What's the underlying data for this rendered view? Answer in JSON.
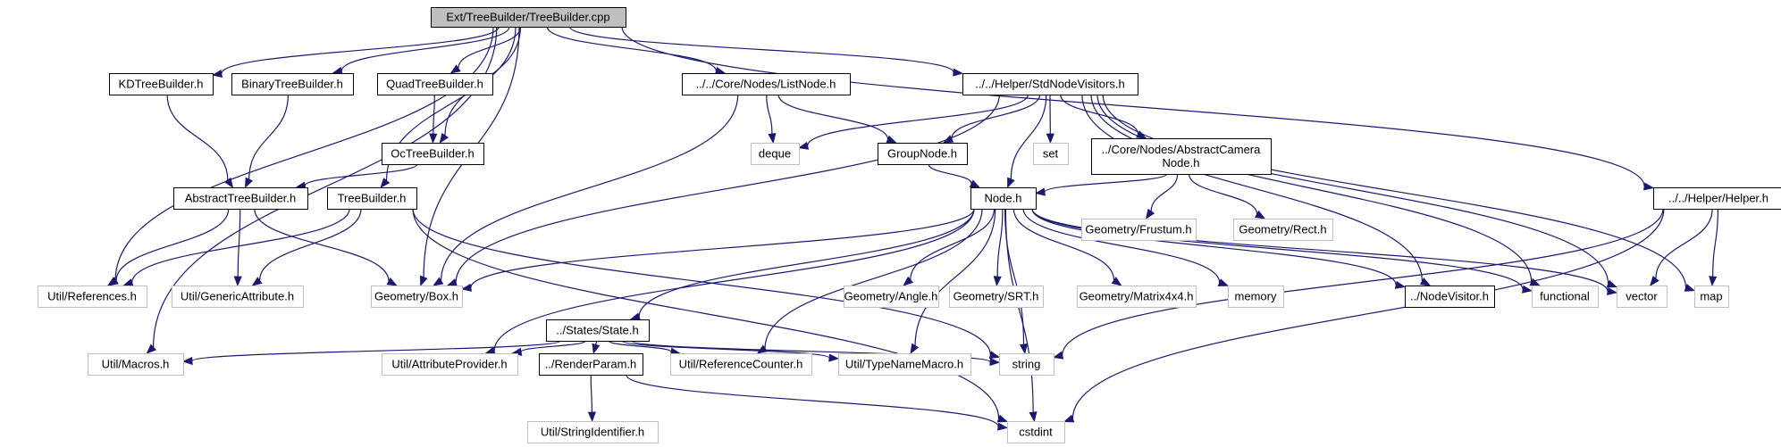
{
  "graph": {
    "root": "Ext/TreeBuilder/TreeBuilder.cpp",
    "colors": {
      "edge": "#191970",
      "node_border": "#000000",
      "leaf_border": "#bfbfbf",
      "root_fill": "#bfbfbf",
      "background": "#ffffff"
    },
    "nodes": [
      {
        "id": "root",
        "label": "Ext/TreeBuilder/TreeBuilder.cpp",
        "style": "root"
      },
      {
        "id": "kdtree",
        "label": "KDTreeBuilder.h",
        "style": "boxed"
      },
      {
        "id": "binarytree",
        "label": "BinaryTreeBuilder.h",
        "style": "boxed"
      },
      {
        "id": "quadtree",
        "label": "QuadTreeBuilder.h",
        "style": "boxed"
      },
      {
        "id": "listnode",
        "label": "../../Core/Nodes/ListNode.h",
        "style": "boxed"
      },
      {
        "id": "stdnodevisitors",
        "label": "../../Helper/StdNodeVisitors.h",
        "style": "boxed"
      },
      {
        "id": "octree",
        "label": "OcTreeBuilder.h",
        "style": "boxed"
      },
      {
        "id": "deque",
        "label": "deque",
        "style": "leaf"
      },
      {
        "id": "groupnode",
        "label": "GroupNode.h",
        "style": "boxed"
      },
      {
        "id": "set",
        "label": "set",
        "style": "leaf"
      },
      {
        "id": "abstractcamera",
        "label": [
          "../Core/Nodes/AbstractCamera",
          "Node.h"
        ],
        "style": "boxed"
      },
      {
        "id": "abstracttree",
        "label": "AbstractTreeBuilder.h",
        "style": "boxed"
      },
      {
        "id": "treebuilderh",
        "label": "TreeBuilder.h",
        "style": "boxed"
      },
      {
        "id": "nodeh",
        "label": "Node.h",
        "style": "boxed"
      },
      {
        "id": "frustum",
        "label": "Geometry/Frustum.h",
        "style": "leaf"
      },
      {
        "id": "rect",
        "label": "Geometry/Rect.h",
        "style": "leaf"
      },
      {
        "id": "helperh",
        "label": "../../Helper/Helper.h",
        "style": "boxed"
      },
      {
        "id": "references",
        "label": "Util/References.h",
        "style": "leaf"
      },
      {
        "id": "genericattr",
        "label": "Util/GenericAttribute.h",
        "style": "leaf"
      },
      {
        "id": "box",
        "label": "Geometry/Box.h",
        "style": "leaf"
      },
      {
        "id": "angle",
        "label": "Geometry/Angle.h",
        "style": "leaf"
      },
      {
        "id": "srt",
        "label": "Geometry/SRT.h",
        "style": "leaf"
      },
      {
        "id": "matrix",
        "label": "Geometry/Matrix4x4.h",
        "style": "leaf"
      },
      {
        "id": "memory",
        "label": "memory",
        "style": "leaf"
      },
      {
        "id": "nodevisitor",
        "label": "../NodeVisitor.h",
        "style": "boxed"
      },
      {
        "id": "functional",
        "label": "functional",
        "style": "leaf"
      },
      {
        "id": "vector",
        "label": "vector",
        "style": "leaf"
      },
      {
        "id": "map",
        "label": "map",
        "style": "leaf"
      },
      {
        "id": "state",
        "label": "../States/State.h",
        "style": "boxed"
      },
      {
        "id": "macros",
        "label": "Util/Macros.h",
        "style": "leaf"
      },
      {
        "id": "attrprovider",
        "label": "Util/AttributeProvider.h",
        "style": "leaf"
      },
      {
        "id": "renderparam",
        "label": "../RenderParam.h",
        "style": "boxed"
      },
      {
        "id": "refcounter",
        "label": "Util/ReferenceCounter.h",
        "style": "leaf"
      },
      {
        "id": "typenamemacro",
        "label": "Util/TypeNameMacro.h",
        "style": "leaf"
      },
      {
        "id": "string",
        "label": "string",
        "style": "leaf"
      },
      {
        "id": "stringid",
        "label": "Util/StringIdentifier.h",
        "style": "leaf"
      },
      {
        "id": "cstdint",
        "label": "cstdint",
        "style": "leaf"
      }
    ],
    "edges": [
      [
        "root",
        "kdtree"
      ],
      [
        "root",
        "binarytree"
      ],
      [
        "root",
        "quadtree"
      ],
      [
        "root",
        "listnode"
      ],
      [
        "root",
        "stdnodevisitors"
      ],
      [
        "root",
        "helperh"
      ],
      [
        "root",
        "octree"
      ],
      [
        "root",
        "treebuilderh"
      ],
      [
        "root",
        "box"
      ],
      [
        "root",
        "references"
      ],
      [
        "root",
        "macros"
      ],
      [
        "kdtree",
        "abstracttree"
      ],
      [
        "binarytree",
        "abstracttree"
      ],
      [
        "quadtree",
        "octree"
      ],
      [
        "octree",
        "abstracttree"
      ],
      [
        "abstracttree",
        "references"
      ],
      [
        "abstracttree",
        "genericattr"
      ],
      [
        "abstracttree",
        "box"
      ],
      [
        "treebuilderh",
        "references"
      ],
      [
        "treebuilderh",
        "genericattr"
      ],
      [
        "treebuilderh",
        "string"
      ],
      [
        "treebuilderh",
        "cstdint"
      ],
      [
        "listnode",
        "deque"
      ],
      [
        "listnode",
        "groupnode"
      ],
      [
        "listnode",
        "box"
      ],
      [
        "stdnodevisitors",
        "deque"
      ],
      [
        "stdnodevisitors",
        "groupnode"
      ],
      [
        "stdnodevisitors",
        "set"
      ],
      [
        "stdnodevisitors",
        "abstractcamera"
      ],
      [
        "stdnodevisitors",
        "nodeh"
      ],
      [
        "stdnodevisitors",
        "box"
      ],
      [
        "stdnodevisitors",
        "nodevisitor"
      ],
      [
        "stdnodevisitors",
        "functional"
      ],
      [
        "stdnodevisitors",
        "vector"
      ],
      [
        "stdnodevisitors",
        "map"
      ],
      [
        "groupnode",
        "nodeh"
      ],
      [
        "abstractcamera",
        "nodeh"
      ],
      [
        "abstractcamera",
        "frustum"
      ],
      [
        "abstractcamera",
        "rect"
      ],
      [
        "nodeh",
        "box"
      ],
      [
        "nodeh",
        "angle"
      ],
      [
        "nodeh",
        "srt"
      ],
      [
        "nodeh",
        "matrix"
      ],
      [
        "nodeh",
        "memory"
      ],
      [
        "nodeh",
        "nodevisitor"
      ],
      [
        "nodeh",
        "functional"
      ],
      [
        "nodeh",
        "vector"
      ],
      [
        "nodeh",
        "state"
      ],
      [
        "nodeh",
        "attrprovider"
      ],
      [
        "nodeh",
        "refcounter"
      ],
      [
        "nodeh",
        "string"
      ],
      [
        "nodeh",
        "typenamemacro"
      ],
      [
        "nodeh",
        "cstdint"
      ],
      [
        "state",
        "macros"
      ],
      [
        "state",
        "attrprovider"
      ],
      [
        "state",
        "renderparam"
      ],
      [
        "state",
        "refcounter"
      ],
      [
        "state",
        "typenamemacro"
      ],
      [
        "state",
        "string"
      ],
      [
        "renderparam",
        "stringid"
      ],
      [
        "renderparam",
        "cstdint"
      ],
      [
        "helperh",
        "vector"
      ],
      [
        "helperh",
        "map"
      ],
      [
        "helperh",
        "string"
      ],
      [
        "helperh",
        "cstdint"
      ]
    ]
  }
}
